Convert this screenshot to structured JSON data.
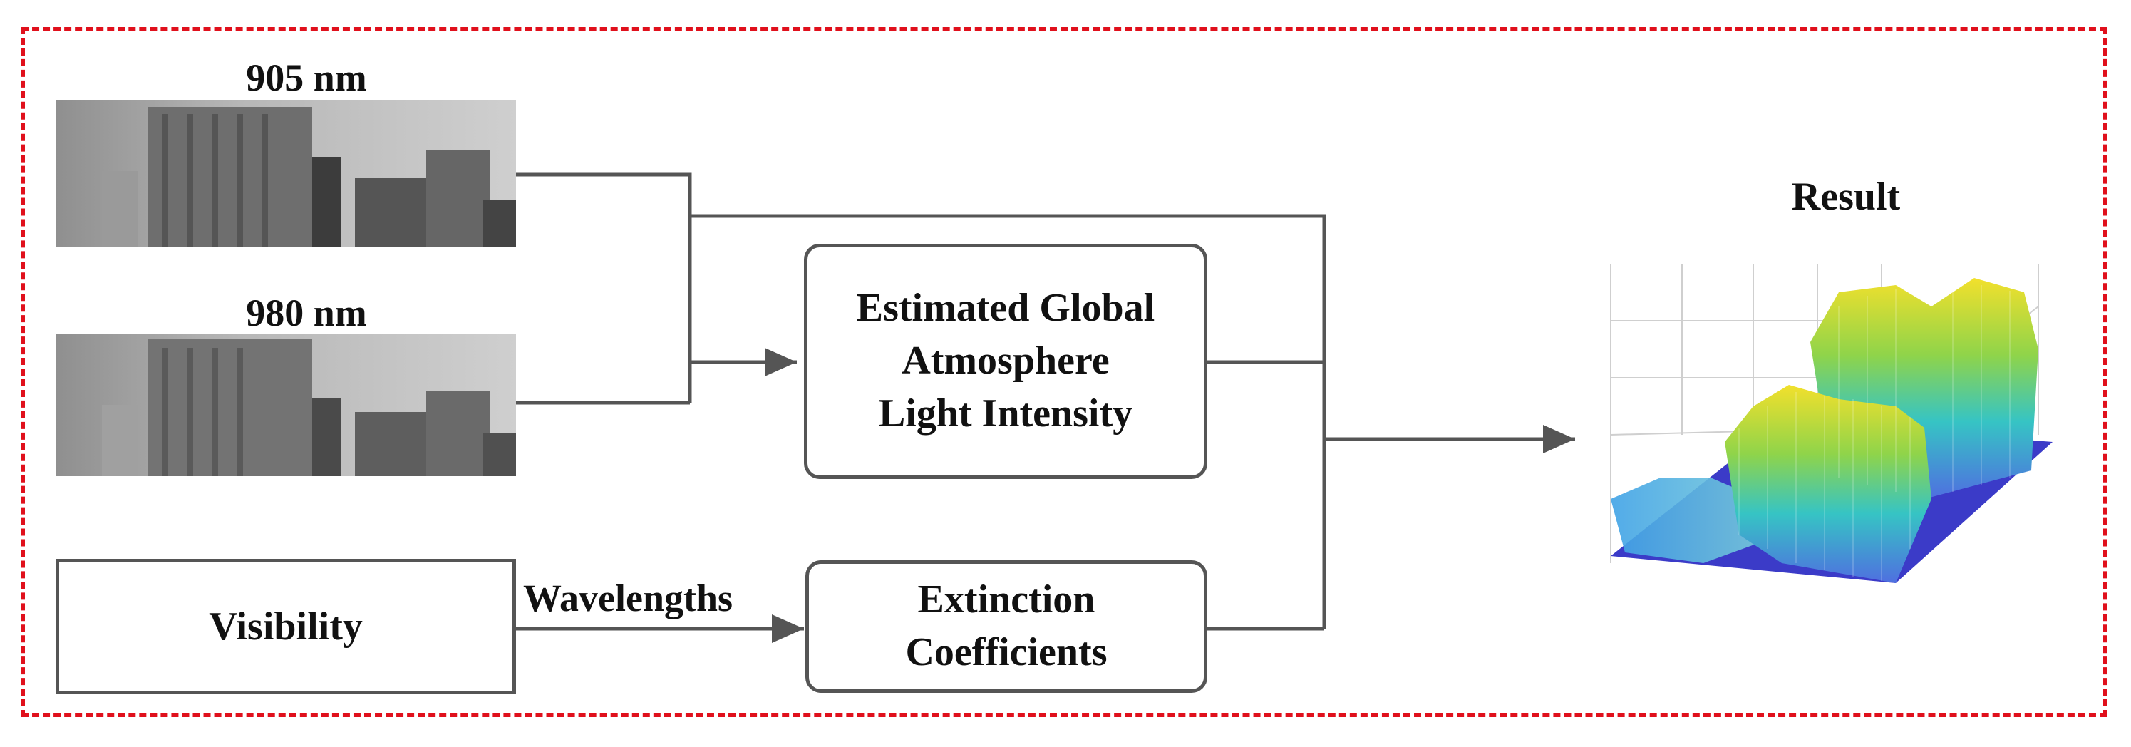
{
  "inputs": {
    "img1_label": "905 nm",
    "img2_label": "980 nm"
  },
  "boxes": {
    "global_atmosphere": "Estimated Global\nAtmosphere\nLight Intensity",
    "visibility": "Visibility",
    "extinction": "Extinction\nCoefficients"
  },
  "edges": {
    "wavelengths": "Wavelengths"
  },
  "output": {
    "title": "Result"
  },
  "colors": {
    "frame": "#e0101c",
    "connector": "#555555",
    "surface_low": "#3b3bc8",
    "surface_mid": "#36c4c4",
    "surface_high": "#f2e02c"
  }
}
